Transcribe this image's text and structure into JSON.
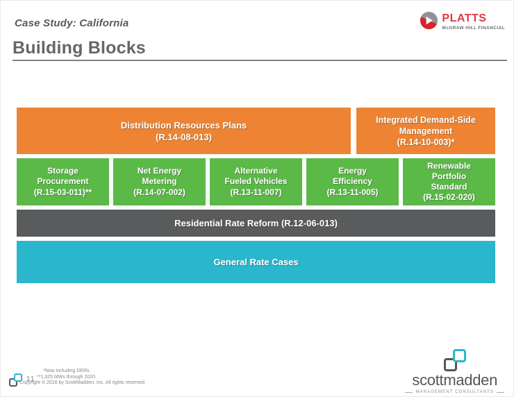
{
  "slide": {
    "eyebrow": "Case Study: California",
    "title": "Building Blocks",
    "page_number": "11"
  },
  "platts_logo": {
    "wordmark": "PLATTS",
    "tagline": "McGRAW HILL FINANCIAL"
  },
  "blocks": {
    "distribution_resources_plans": {
      "label": "Distribution Resources Plans\n(R.14-08-013)"
    },
    "integrated_demand_side_management": {
      "label": "Integrated Demand-Side\nManagement\n(R.14-10-003)*"
    },
    "storage_procurement": {
      "label": "Storage\nProcurement\n(R.15-03-011)**"
    },
    "net_energy_metering": {
      "label": "Net Energy\nMetering\n(R.14-07-002)"
    },
    "alternative_fueled_vehicles": {
      "label": "Alternative\nFueled Vehicles\n(R.13-11-007)"
    },
    "energy_efficiency": {
      "label": "Energy\nEfficiency\n(R.13-11-005)"
    },
    "renewable_portfolio_standard": {
      "label": "Renewable\nPortfolio\nStandard\n(R.15-02-020)"
    },
    "residential_rate_reform": {
      "label": "Residential Rate Reform (R.12-06-013)"
    },
    "general_rate_cases": {
      "label": "General Rate Cases"
    }
  },
  "footnotes": {
    "line1": "*Now including DERs.",
    "line2": "**1,325 MWs through 2020.",
    "line3": "Copyright © 2016 by ScottMadden, Inc. All rights reserved."
  },
  "scottmadden_logo": {
    "wordmark": "scottmadden",
    "tagline": "MANAGEMENT CONSULTANTS"
  },
  "colors": {
    "orange": "#EE8433",
    "green": "#5BB947",
    "dark_gray": "#595B5C",
    "teal": "#2AB6CC",
    "heading_gray": "#58595b",
    "platts_red": "#E0393E",
    "logo_teal": "#29B8CE",
    "logo_gray": "#55565A"
  }
}
